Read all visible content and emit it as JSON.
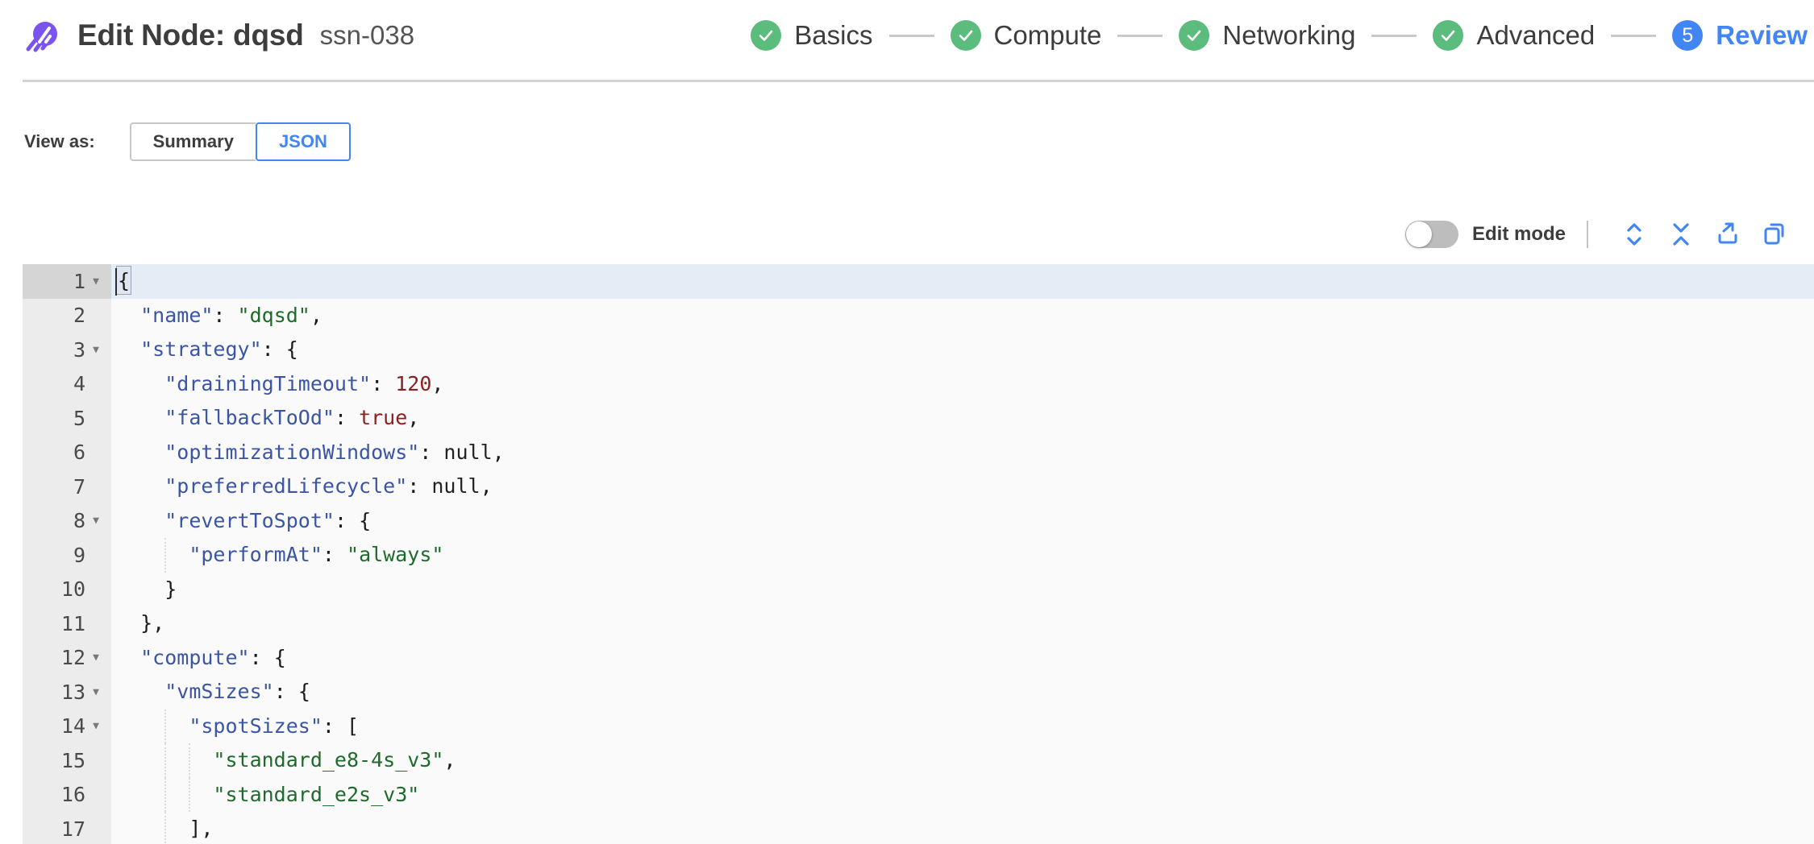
{
  "header": {
    "logo_name": "spot-logo",
    "title": "Edit Node: dqsd",
    "node_id": "ssn-038",
    "accent_purple": "#7b54f0"
  },
  "stepper": {
    "steps": [
      {
        "label": "Basics",
        "state": "done",
        "badge": "check"
      },
      {
        "label": "Compute",
        "state": "done",
        "badge": "check"
      },
      {
        "label": "Networking",
        "state": "done",
        "badge": "check"
      },
      {
        "label": "Advanced",
        "state": "done",
        "badge": "check"
      },
      {
        "label": "Review",
        "state": "current",
        "badge": "5"
      }
    ],
    "done_color": "#5cbc7e",
    "current_color": "#4285f4"
  },
  "view_as": {
    "label": "View as:",
    "options": [
      {
        "label": "Summary",
        "selected": false
      },
      {
        "label": "JSON",
        "selected": true
      }
    ]
  },
  "toolbar": {
    "edit_mode_label": "Edit mode",
    "edit_mode_on": false,
    "icons": [
      {
        "name": "expand-all-icon"
      },
      {
        "name": "collapse-all-icon"
      },
      {
        "name": "export-icon"
      },
      {
        "name": "copy-icon"
      }
    ]
  },
  "editor": {
    "active_line": 1,
    "lines": [
      {
        "no": "1",
        "fold": true,
        "indent": 0,
        "text": "{"
      },
      {
        "no": "2",
        "fold": false,
        "indent": 1,
        "text": "\"name\": \"dqsd\","
      },
      {
        "no": "3",
        "fold": true,
        "indent": 1,
        "text": "\"strategy\": {"
      },
      {
        "no": "4",
        "fold": false,
        "indent": 2,
        "text": "\"drainingTimeout\": 120,"
      },
      {
        "no": "5",
        "fold": false,
        "indent": 2,
        "text": "\"fallbackToOd\": true,"
      },
      {
        "no": "6",
        "fold": false,
        "indent": 2,
        "text": "\"optimizationWindows\": null,"
      },
      {
        "no": "7",
        "fold": false,
        "indent": 2,
        "text": "\"preferredLifecycle\": null,"
      },
      {
        "no": "8",
        "fold": true,
        "indent": 2,
        "text": "\"revertToSpot\": {"
      },
      {
        "no": "9",
        "fold": false,
        "indent": 3,
        "text": "\"performAt\": \"always\""
      },
      {
        "no": "10",
        "fold": false,
        "indent": 2,
        "text": "}"
      },
      {
        "no": "11",
        "fold": false,
        "indent": 1,
        "text": "},"
      },
      {
        "no": "12",
        "fold": true,
        "indent": 1,
        "text": "\"compute\": {"
      },
      {
        "no": "13",
        "fold": true,
        "indent": 2,
        "text": "\"vmSizes\": {"
      },
      {
        "no": "14",
        "fold": true,
        "indent": 3,
        "text": "\"spotSizes\": ["
      },
      {
        "no": "15",
        "fold": false,
        "indent": 4,
        "text": "\"standard_e8-4s_v3\","
      },
      {
        "no": "16",
        "fold": false,
        "indent": 4,
        "text": "\"standard_e2s_v3\""
      },
      {
        "no": "17",
        "fold": false,
        "indent": 3,
        "text": "],"
      }
    ]
  }
}
